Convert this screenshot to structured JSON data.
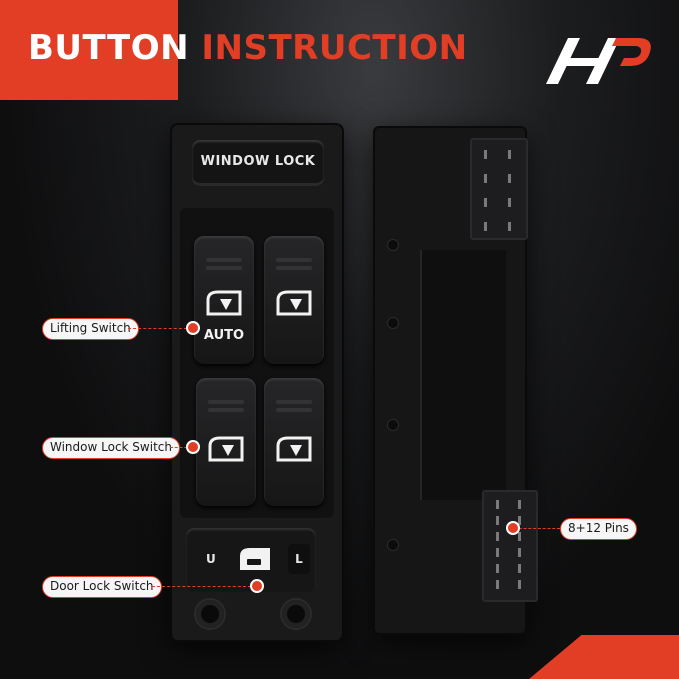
{
  "header": {
    "title_part1": "BUTTON",
    "title_part2": "INSTRUCTION",
    "logo_icon": "brand-logo-icon"
  },
  "switch": {
    "window_lock_label": "WINDOW LOCK",
    "auto_label": "AUTO",
    "door_unlock_label": "U",
    "door_lock_label": "L"
  },
  "callouts": {
    "lifting_switch": "Lifting Switch",
    "window_lock_switch": "Window Lock Switch",
    "door_lock_switch": "Door Lock Switch",
    "pins": "8+12 Pins"
  },
  "colors": {
    "accent": "#e23e25",
    "background": "#0d0d0e",
    "callout_bg": "#f6f6f6"
  }
}
